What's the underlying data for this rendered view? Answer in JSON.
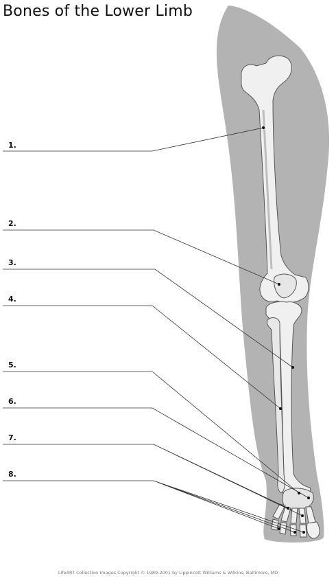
{
  "title": "Bones of the Lower Limb",
  "labels": [
    "1.",
    "2.",
    "3.",
    "4.",
    "5.",
    "6.",
    "7.",
    "8."
  ],
  "copyright": "LifeART Collection Images Copyright © 1989-2001 by Lippincott Williams & Wilkins, Baltimore, MD",
  "colors": {
    "silhouette": "#b3b3b3",
    "bone": "#f0f0f0",
    "bone_shadow": "#d6d6d6",
    "outline": "#555555",
    "leader": "#333333"
  }
}
